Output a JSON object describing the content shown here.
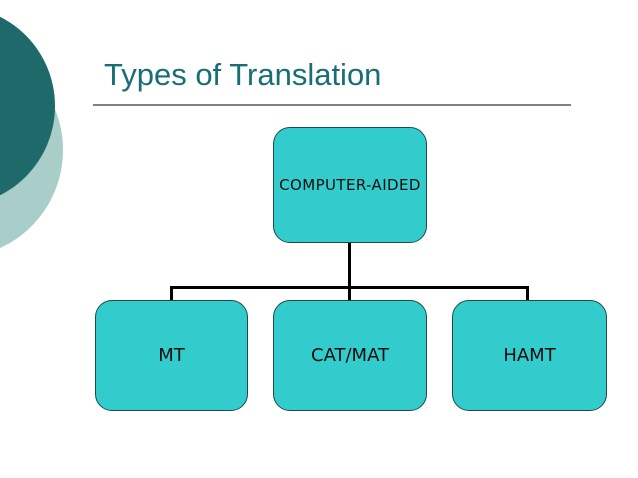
{
  "slide": {
    "title": "Types of Translation"
  },
  "diagram": {
    "type": "org-chart",
    "root": {
      "label": "COMPUTER-AIDED"
    },
    "children": [
      {
        "label": "MT"
      },
      {
        "label": "CAT/MAT"
      },
      {
        "label": "HAMT"
      }
    ]
  },
  "colors": {
    "title": "#176E75",
    "underline": "#808080",
    "box_fill": "#33CCCC",
    "box_border": "#1F4A4A",
    "connector": "#000000",
    "circle_dark": "#1E6A6A",
    "circle_light": "#A9CDC9"
  }
}
